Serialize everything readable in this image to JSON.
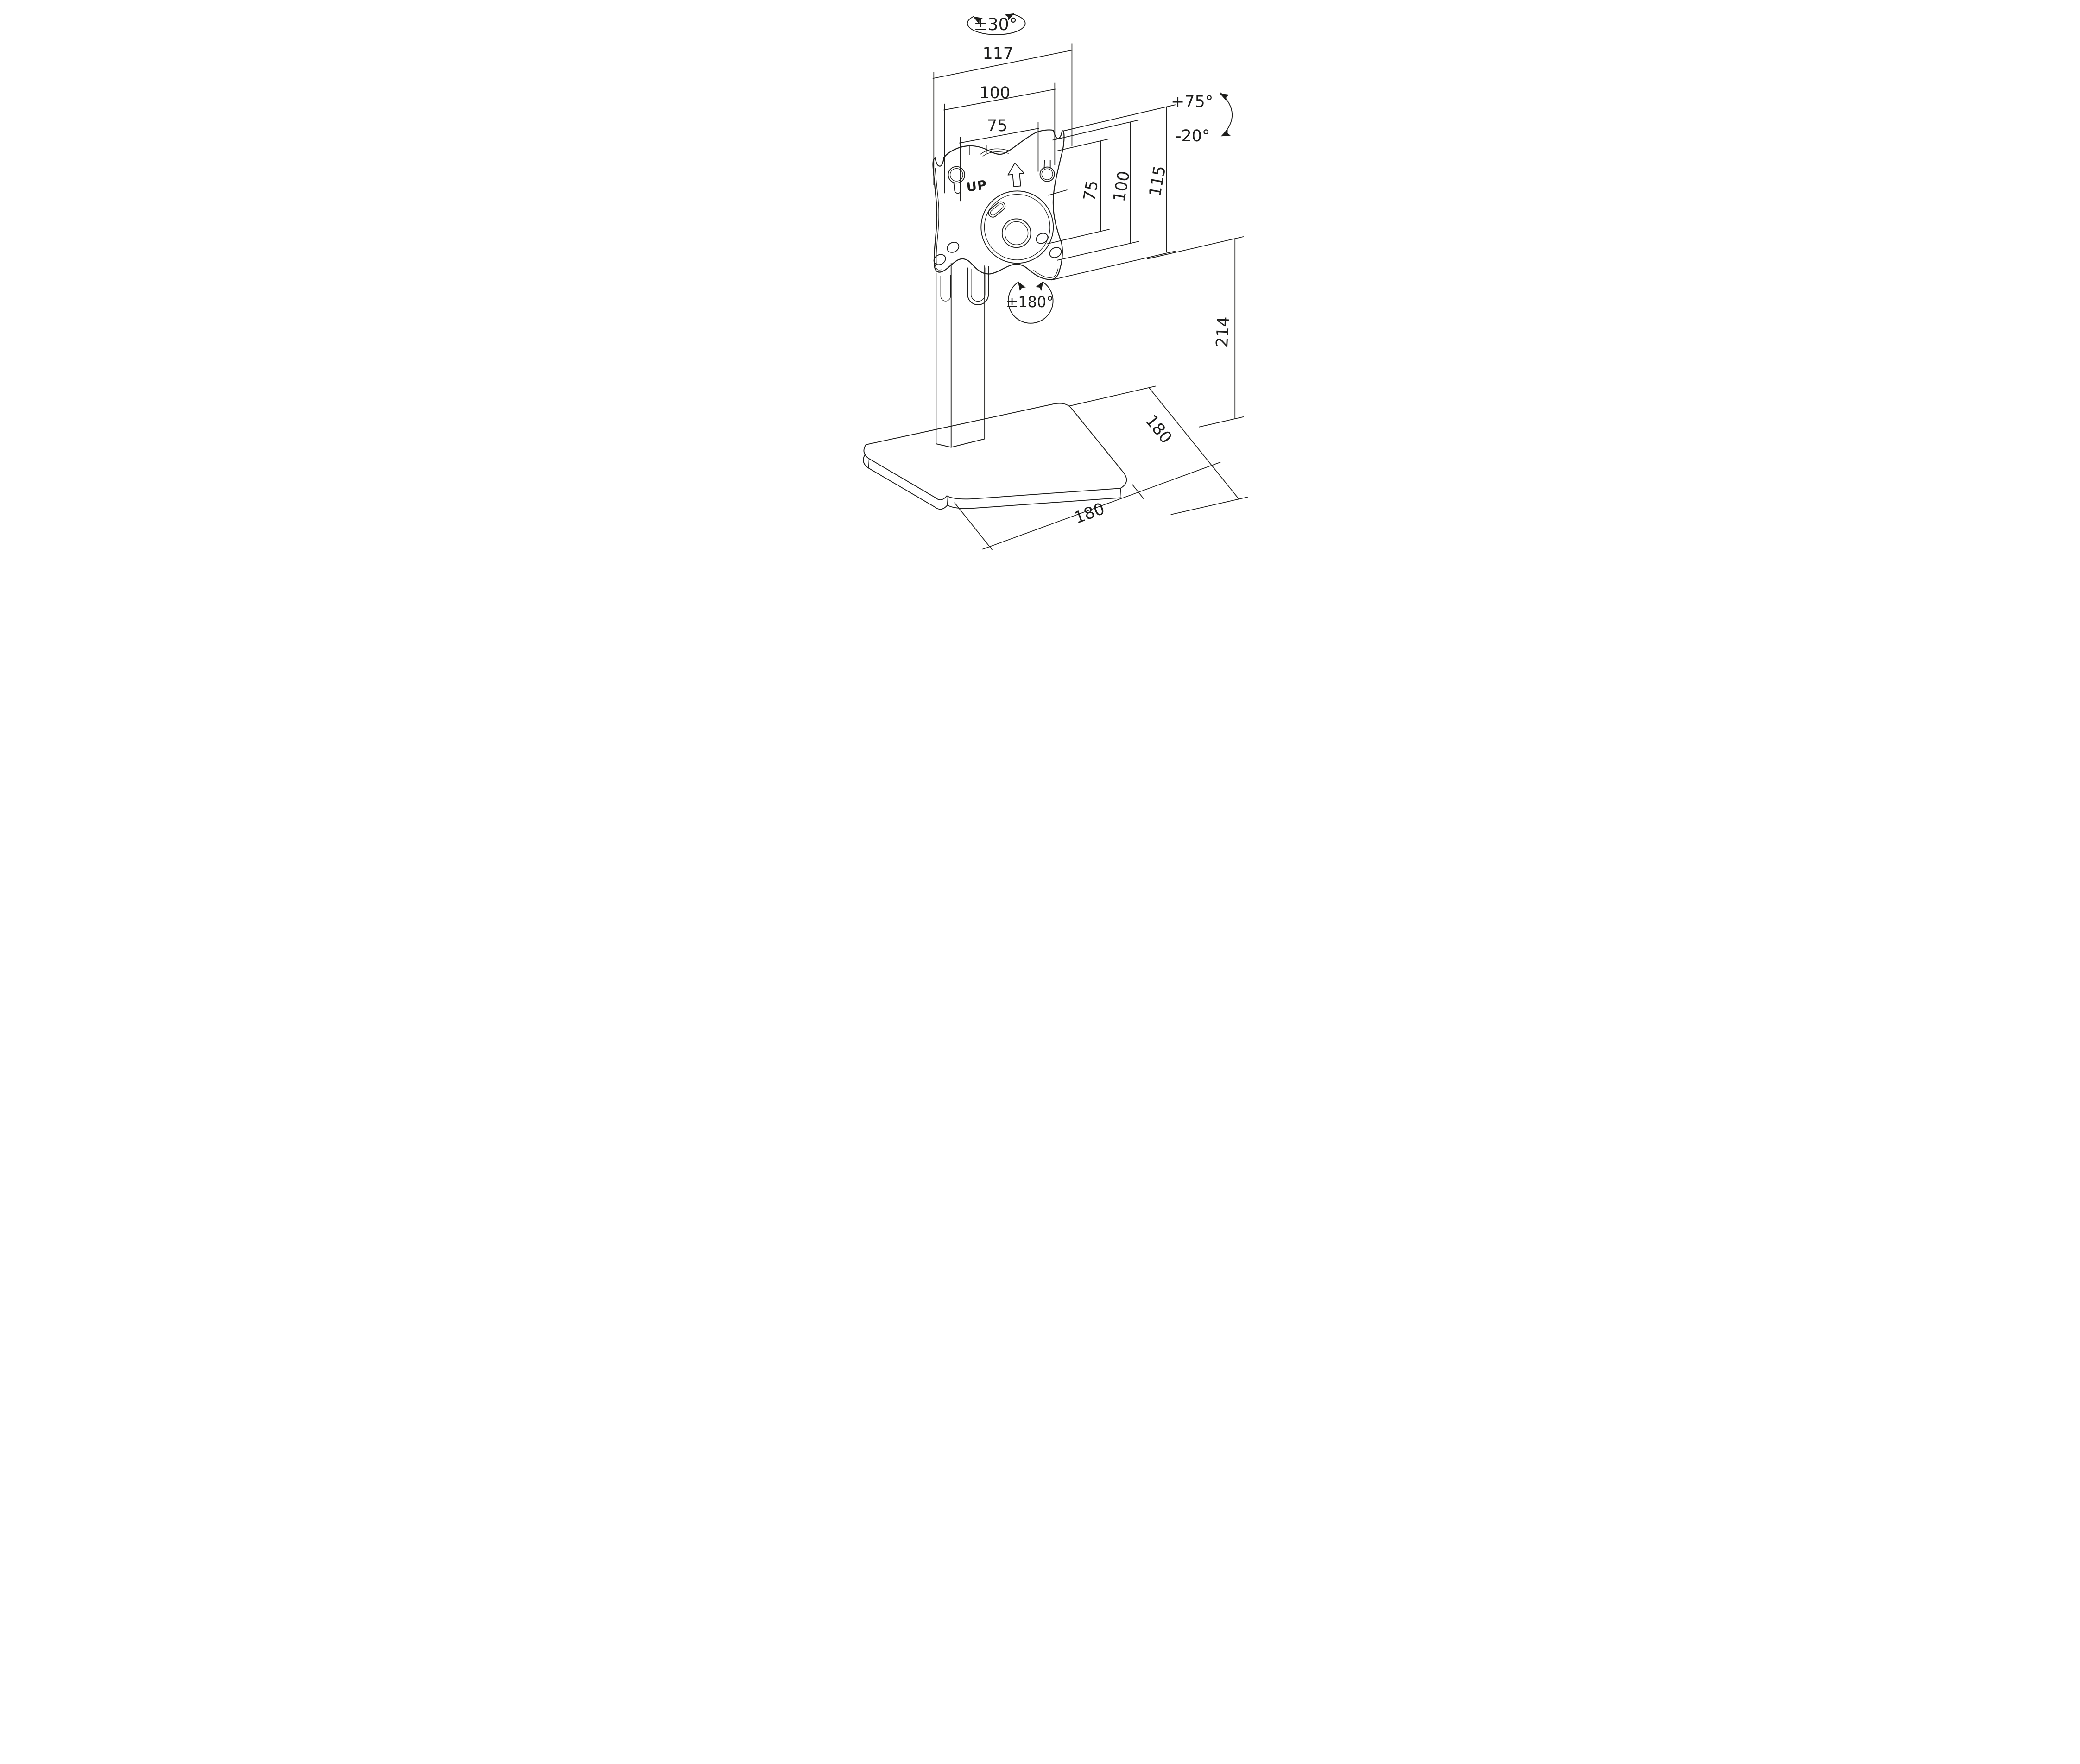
{
  "diagram": {
    "background_color": "#ffffff",
    "line_color": "#1d1d1b",
    "swivel_label": "±30°",
    "tilt_up_label": "+75°",
    "tilt_down_label": "-20°",
    "rotation_label": "±180°",
    "plate_marking": "UP",
    "top_widths": {
      "outer": "117",
      "vesa_100": "100",
      "vesa_75": "75"
    },
    "side_heights": {
      "vesa_75": "75",
      "vesa_100": "100",
      "outer": "115"
    },
    "stand_height": "214",
    "base_depth": "180",
    "base_width": "180"
  }
}
